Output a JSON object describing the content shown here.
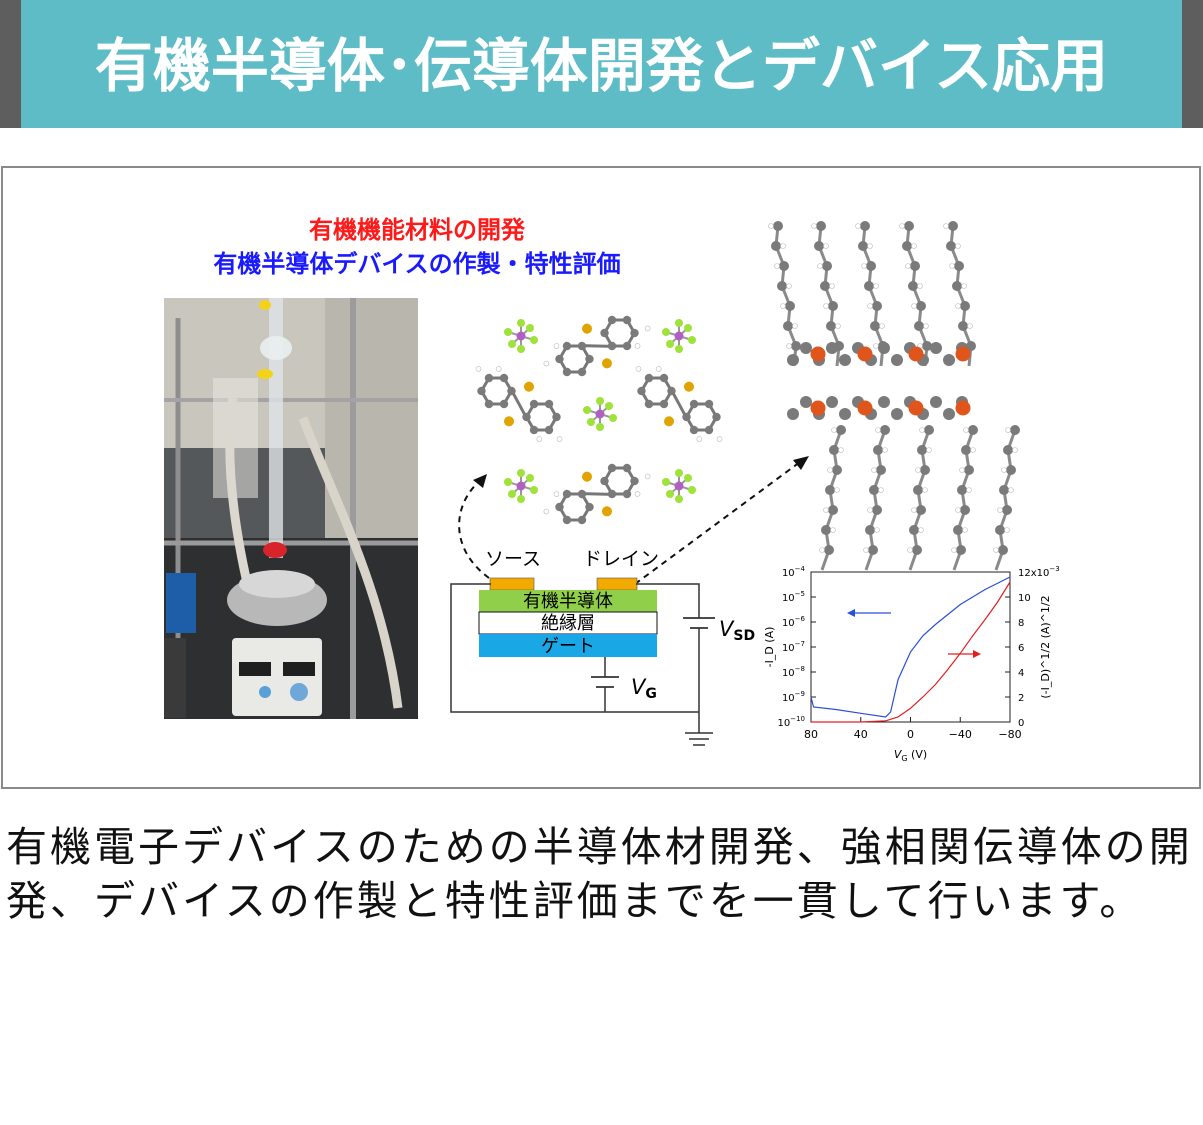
{
  "header": {
    "title": "有機半導体･伝導体開発とデバイス応用"
  },
  "figure": {
    "heading_line1": "有機機能材料の開発",
    "heading_line2": "有機半導体デバイスの作製・特性評価",
    "device": {
      "source_label": "ソース",
      "drain_label": "ドレイン",
      "semiconductor_label": "有機半導体",
      "insulator_label": "絶縁層",
      "gate_label": "ゲート",
      "vsd_main": "V",
      "vsd_sub": "SD",
      "vg_main": "V",
      "vg_sub": "G"
    },
    "colors": {
      "heading1": "#ff1a1a",
      "heading2": "#1a1aff",
      "semiconductor": "#8fcf4a",
      "gate": "#1aa7e6",
      "electrode": "#f2a900",
      "carbon": "#7a7a7a",
      "sulfur": "#e0a300",
      "fluorine": "#9ee23a",
      "phosphorus": "#b060c0",
      "metal": "#e0551c"
    }
  },
  "chart_data": {
    "type": "line",
    "x": [
      80,
      60,
      40,
      20,
      16,
      0,
      -20,
      -40,
      -60,
      -80
    ],
    "xticks": [
      "80",
      "40",
      "0",
      "−40",
      "−80"
    ],
    "xlim": [
      80,
      -80
    ],
    "xlabel_main": "V",
    "xlabel_sub": "G",
    "xlabel_unit": " (V)",
    "left_axis": {
      "label": "-I_D (A)",
      "scale": "log",
      "ylim": [
        1e-10,
        0.0001
      ],
      "ticks": [
        "10",
        "10",
        "10",
        "10",
        "10",
        "10",
        "10"
      ],
      "exponents": [
        "−10",
        "−9",
        "−8",
        "−7",
        "−6",
        "−5",
        "−4"
      ]
    },
    "right_axis": {
      "label": "(-I_D)^1/2 (A)^1/2",
      "ylim": [
        0,
        0.012
      ],
      "ticks": [
        "0",
        "2",
        "4",
        "6",
        "8",
        "10",
        "12x10"
      ],
      "top_exponent": "−3"
    },
    "series": [
      {
        "color": "#2a4fd8",
        "axis": "left",
        "x": [
          80,
          78,
          60,
          40,
          20,
          16,
          10,
          0,
          -10,
          -20,
          -40,
          -60,
          -80
        ],
        "log10_y": [
          -9.0,
          -9.4,
          -9.5,
          -9.65,
          -9.8,
          -9.6,
          -8.3,
          -7.2,
          -6.55,
          -6.1,
          -5.3,
          -4.7,
          -4.2
        ]
      },
      {
        "color": "#e02020",
        "axis": "right",
        "x": [
          80,
          40,
          20,
          10,
          0,
          -10,
          -20,
          -30,
          -40,
          -50,
          -60,
          -70,
          -80
        ],
        "y": [
          0,
          0,
          0.0001,
          0.0004,
          0.0011,
          0.002,
          0.003,
          0.0042,
          0.0055,
          0.0069,
          0.0082,
          0.0096,
          0.0112
        ]
      }
    ]
  },
  "caption": "有機電子デバイスのための半導体材開発、強相関伝導体の開発、デバイスの作製と特性評価までを一貫して行います。"
}
